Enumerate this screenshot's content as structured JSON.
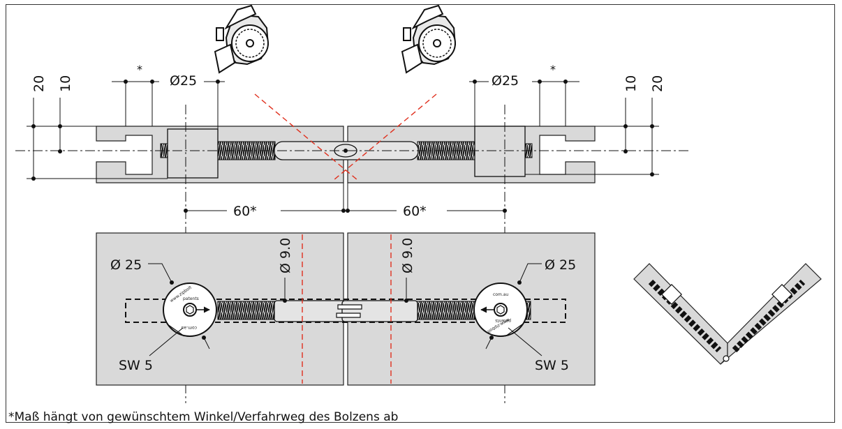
{
  "labels": {
    "star_left": "*",
    "star_right": "*",
    "dia_top_left": "Ø25",
    "dia_top_right": "Ø25",
    "dim20_left": "20",
    "dim10_left": "10",
    "dim10_right": "10",
    "dim20_right": "20",
    "dist_left": "60*",
    "dist_right": "60*",
    "dia_bot_left": "Ø 25",
    "dia_bot_right": "Ø 25",
    "pin_left": "Ø 9.0",
    "pin_right": "Ø 9.0",
    "sw_left": "SW 5",
    "sw_right": "SW 5",
    "disc_text1": "www.zipbolt",
    "disc_text2": "patents",
    "disc_text3": "com.au"
  },
  "footnote": "*Maß hängt von gewünschtem Winkel/Verfahrweg des Bolzens ab",
  "colors": {
    "plate": "#d9d9d9",
    "cut_line": "#e0301e",
    "ink": "#111111"
  },
  "icons": [
    "circular-saw-icon",
    "arrow-icon"
  ]
}
